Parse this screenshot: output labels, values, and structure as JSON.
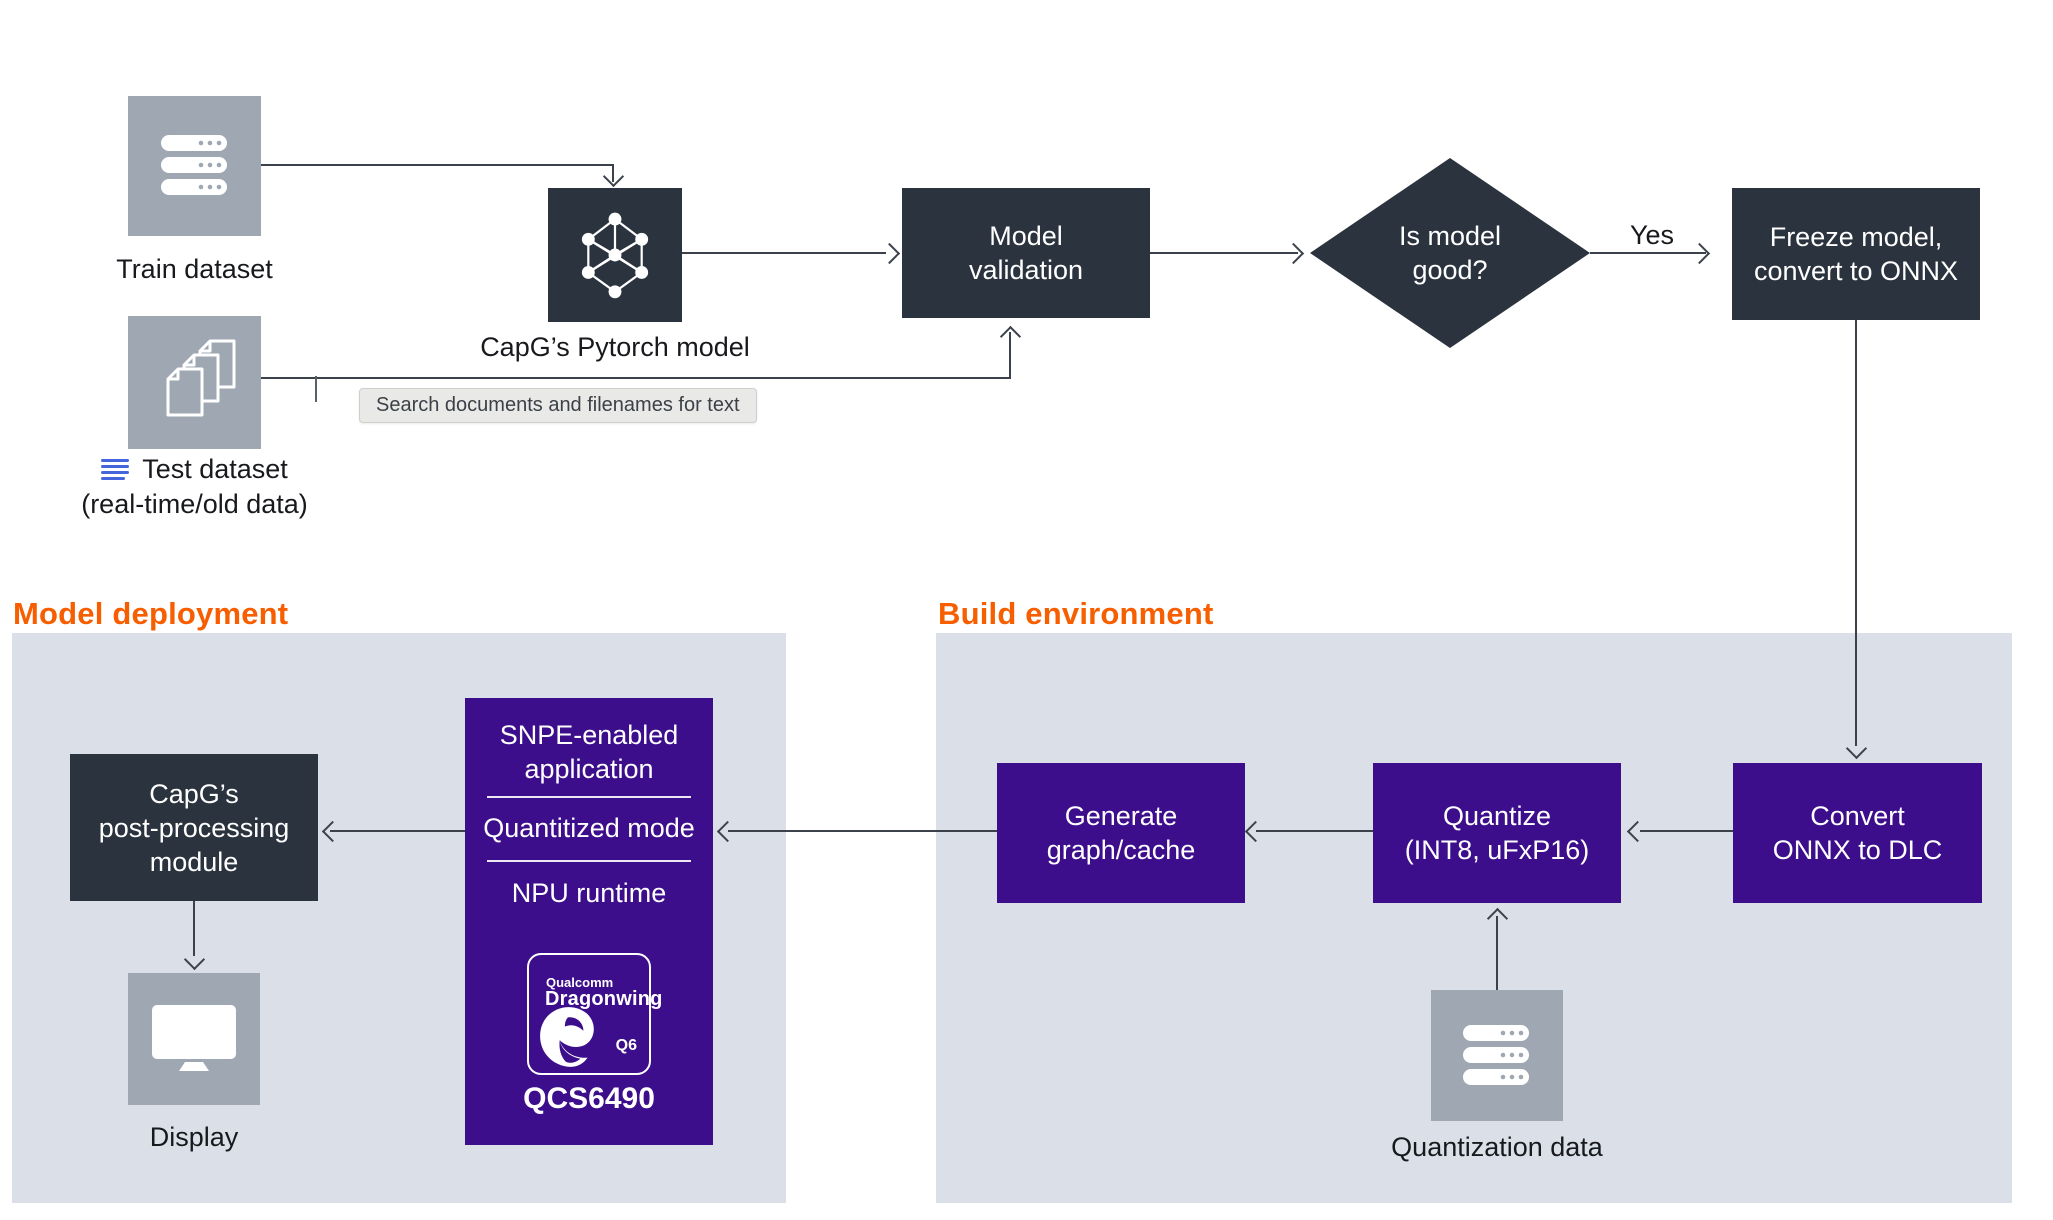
{
  "colors": {
    "accent_orange": "#f65e00",
    "box_dark": "#2b333e",
    "box_purple": "#3c0e8c",
    "box_gray": "#9fa8b2",
    "panel_bg": "#dbe0e8",
    "connector": "#3b424b",
    "list_icon_blue": "#4565dd"
  },
  "tooltip": {
    "text": "Search documents and filenames for text"
  },
  "nodes": {
    "train": {
      "label": "Train dataset"
    },
    "test": {
      "label": "Test dataset",
      "sublabel": "(real-time/old data)"
    },
    "pytorch": {
      "label": "CapG’s Pytorch model"
    },
    "validation": {
      "line1": "Model",
      "line2": "validation"
    },
    "decision": {
      "line1": "Is model",
      "line2": "good?"
    },
    "yes_label": "Yes",
    "freeze": {
      "line1": "Freeze model,",
      "line2": "convert to ONNX"
    }
  },
  "deployment": {
    "title": "Model deployment",
    "postprocessing": [
      "CapG’s",
      "post-processing",
      "module"
    ],
    "display": {
      "label": "Display"
    },
    "snpe": {
      "line1": "SNPE-enabled",
      "line2": "application",
      "mode": "Quantitized mode",
      "runtime": "NPU runtime",
      "logo": {
        "brand": "Qualcomm",
        "product": "Dragonwing",
        "badge": "Q6"
      },
      "chip": "QCS6490"
    }
  },
  "build": {
    "title": "Build environment",
    "generate": {
      "line1": "Generate",
      "line2": "graph/cache"
    },
    "quantize": {
      "line1": "Quantize",
      "line2": "(INT8, uFxP16)"
    },
    "convert": {
      "line1": "Convert",
      "line2": "ONNX to DLC"
    },
    "qdata": {
      "label": "Quantization data"
    }
  }
}
